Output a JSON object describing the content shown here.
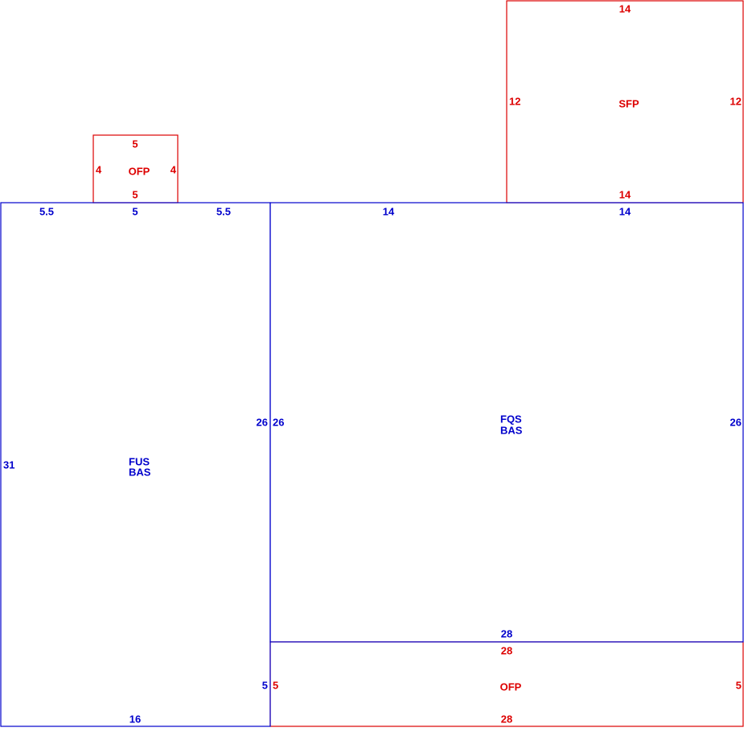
{
  "colors": {
    "living_area": "#0000cc",
    "porch_area": "#dd0000"
  },
  "sketch": {
    "sfp": {
      "code": "SFP",
      "top": "14",
      "bottom": "14",
      "left": "12",
      "right": "12"
    },
    "ofp_top": {
      "code": "OFP",
      "top": "5",
      "bottom": "5",
      "left": "4",
      "right": "4"
    },
    "fus": {
      "code_line1": "FUS",
      "code_line2": "BAS",
      "top_left": "5.5",
      "top_mid": "5",
      "top_right": "5.5",
      "left": "31",
      "right_upper": "26",
      "right_lower": "5",
      "bottom": "16"
    },
    "fqs": {
      "code_line1": "FQS",
      "code_line2": "BAS",
      "top_left": "14",
      "top_right": "14",
      "left": "26",
      "right": "26",
      "bottom": "28"
    },
    "ofp_bottom": {
      "code": "OFP",
      "top": "28",
      "bottom": "28",
      "left": "5",
      "right": "5"
    }
  }
}
